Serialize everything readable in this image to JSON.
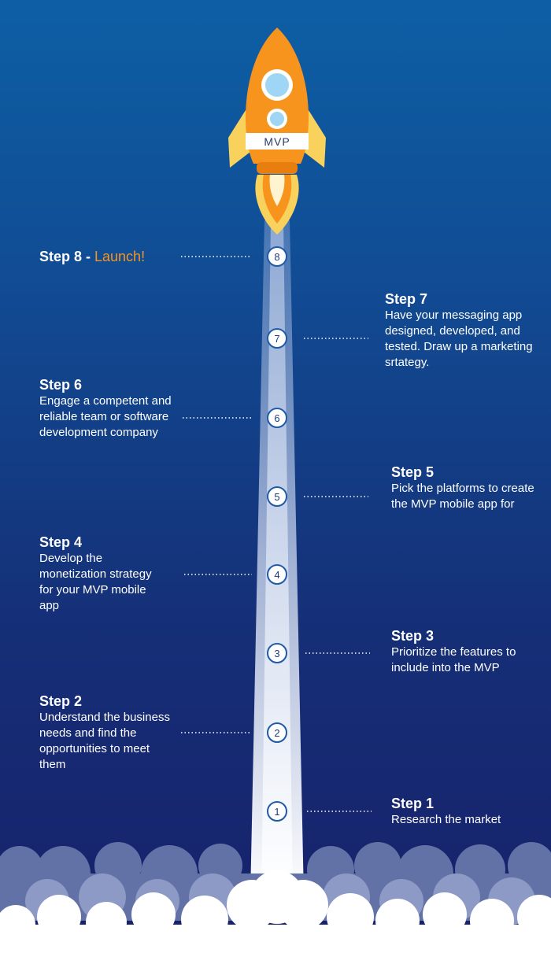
{
  "rocket": {
    "label": "MVP"
  },
  "steps": [
    {
      "num": "1",
      "title": "Step 1",
      "desc": "Research the market"
    },
    {
      "num": "2",
      "title": "Step 2",
      "desc": "Understand the business needs and find the opportunities to meet them"
    },
    {
      "num": "3",
      "title": "Step 3",
      "desc": "Prioritize the features to include into the MVP"
    },
    {
      "num": "4",
      "title": "Step 4",
      "desc": "Develop the monetization strategy for your MVP mobile app"
    },
    {
      "num": "5",
      "title": "Step 5",
      "desc": "Pick the platforms to create the MVP mobile app for"
    },
    {
      "num": "6",
      "title": "Step 6",
      "desc": "Engage a competent and reliable team or software development company"
    },
    {
      "num": "7",
      "title": "Step 7",
      "desc": "Have your messaging app designed, developed, and tested. Draw up a marketing srtategy."
    },
    {
      "num": "8",
      "title": "Step 8 - ",
      "highlight": "Launch!"
    }
  ],
  "colors": {
    "rocket_orange": "#f7941d",
    "fin_yellow": "#f9d25e",
    "window_blue": "#9fd6f5",
    "launch_text": "#f7941d",
    "step_circle_border": "#1f5aa8",
    "cloud_back": "#6271a6",
    "cloud_front": "#ffffff"
  }
}
